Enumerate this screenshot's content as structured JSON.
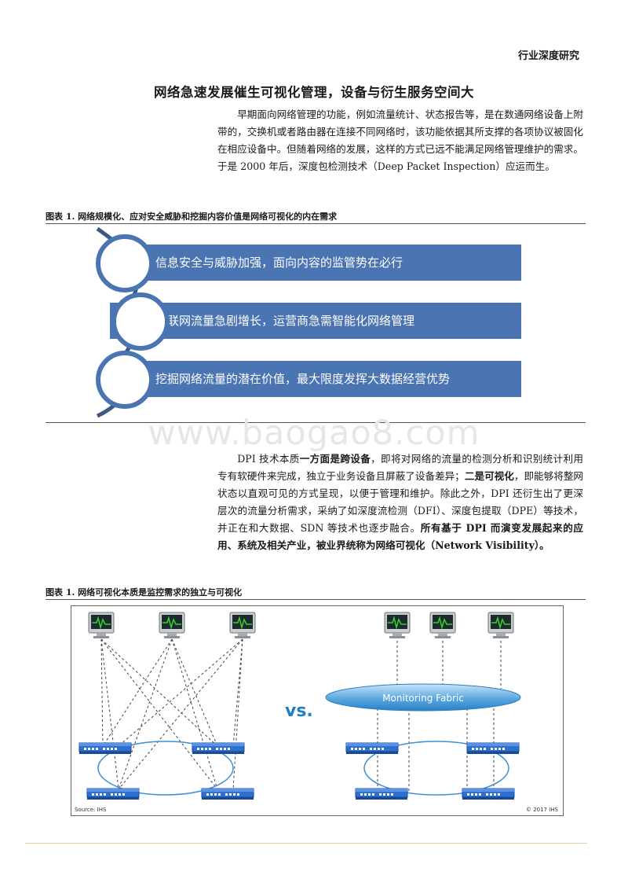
{
  "header": {
    "label": "行业深度研究"
  },
  "section": {
    "title": "网络急速发展催生可视化管理，设备与衍生服务空间大"
  },
  "para1": "早期面向网络管理的功能，例如流量统计、状态报告等，是在数通网络设备上附带的，交换机或者路由器在连接不同网络时，该功能依据其所支撑的各项协议被固化在相应设备中。但随着网络的发展，这样的方式已远不能满足网络管理维护的需求。于是 2000 年后，深度包检测技术（Deep Packet Inspection）应运而生。",
  "figure1": {
    "caption": "图表 1.  网络规模化、应对安全威胁和挖掘内容价值是网络可视化的内在需求",
    "bars": [
      "信息安全与威胁加强，面向内容的监管势在必行",
      "互联网流量急剧增长，运营商急需智能化网络管理",
      "挖掘网络流量的潜在价值，最大限度发挥大数据经营优势"
    ],
    "color": "#4a74b2"
  },
  "watermark": "www.baogao8.com",
  "para2": {
    "t1": "DPI 技术本质",
    "b1": "一方面是跨设备",
    "t2": "，即将对网络的流量的检测分析和识别统计利用专有软硬件来完成，独立于业务设备且屏蔽了设备差异；",
    "b2": "二是可视化",
    "t3": "，即能够将整网状态以直观可见的方式呈现，以便于管理和维护。除此之外，DPI 还衍生出了更深层次的流量分析需求，采纳了如深度流检测（DFI）、深度包提取（DPE）等技术，并正在和大数据、SDN 等技术也逐步融合。",
    "b3": "所有基于 DPI 而演变发展起来的应用、系统及相关产业，被业界统称为网络可视化",
    "t4": "（Network Visibility）。"
  },
  "figure2": {
    "caption": "图表 1.  网络可视化本质是监控需求的独立与可视化",
    "vs_label": "vs.",
    "fabric_label": "Monitoring Fabric",
    "source": "Source: IHS",
    "copyright": "© 2017 IHS"
  }
}
